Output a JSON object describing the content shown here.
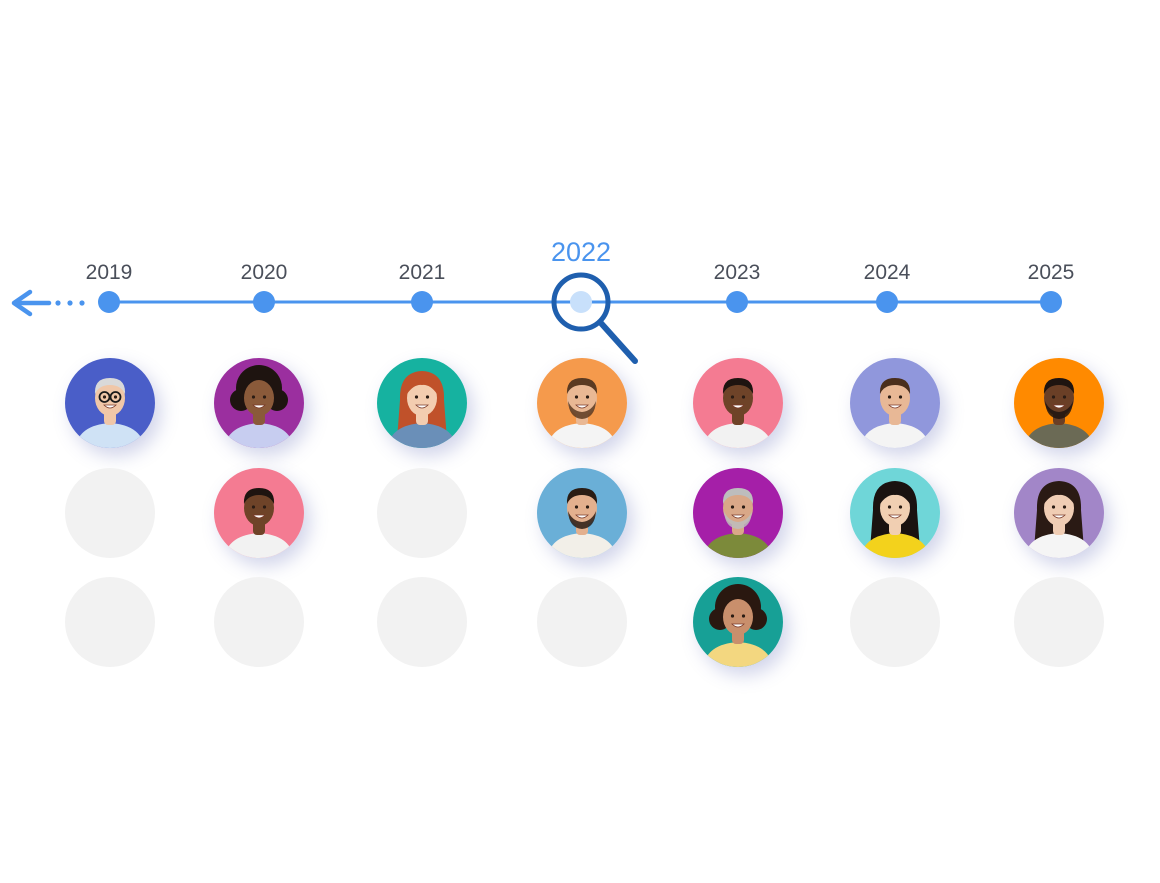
{
  "timeline": {
    "selected_year": "2022",
    "line_color": "#4a94ee",
    "selected_dot_color": "#c8e0fb",
    "magnifier_color": "#1f5fae",
    "back_arrow_icon": "arrow-left-dotted-icon",
    "magnifier_icon": "magnifier-icon",
    "years": [
      {
        "label": "2019",
        "people": [
          {
            "bg": "#4a5ec8",
            "skin": "#f0c7a8",
            "hair": "#d9d9d9",
            "shirt": "#cfe2f5",
            "glasses": true
          },
          null,
          null
        ]
      },
      {
        "label": "2020",
        "people": [
          {
            "bg": "#9b2f9f",
            "skin": "#8a5a3a",
            "hair": "#1e1410",
            "shirt": "#c7cdf0",
            "curly": true
          },
          {
            "bg": "#f47b92",
            "skin": "#6e4328",
            "hair": "#1e1410",
            "shirt": "#f2f2f2"
          },
          null
        ]
      },
      {
        "label": "2021",
        "people": [
          {
            "bg": "#16b2a0",
            "skin": "#f3cdb0",
            "hair": "#c0512a",
            "shirt": "#6a8fb8",
            "longhair": true
          },
          null,
          null
        ]
      },
      {
        "label": "2022",
        "people": [
          {
            "bg": "#f59a4c",
            "skin": "#e9b894",
            "hair": "#5a3a22",
            "shirt": "#f4f4f4",
            "beard": true
          },
          {
            "bg": "#6aafd7",
            "skin": "#e3b08e",
            "hair": "#2a1c14",
            "shirt": "#f2efe8",
            "beard": true
          },
          null
        ]
      },
      {
        "label": "2023",
        "people": [
          {
            "bg": "#f47b92",
            "skin": "#6e4328",
            "hair": "#1e1410",
            "shirt": "#f2f2f2"
          },
          {
            "bg": "#a51fa8",
            "skin": "#d9a888",
            "hair": "#bdbdbd",
            "shirt": "#7c8a3a",
            "beard": true
          },
          {
            "bg": "#17a096",
            "skin": "#c98f6c",
            "hair": "#2a1810",
            "shirt": "#f3d780",
            "curly": true
          }
        ]
      },
      {
        "label": "2024",
        "people": [
          {
            "bg": "#9097dc",
            "skin": "#e8b896",
            "hair": "#4a2e1c",
            "shirt": "#f4f4f4"
          },
          {
            "bg": "#6fd6d8",
            "skin": "#f1cfb2",
            "hair": "#1a1210",
            "shirt": "#f3d21c",
            "longhair": true
          },
          null
        ]
      },
      {
        "label": "2025",
        "people": [
          {
            "bg": "#ff8a00",
            "skin": "#6a3f26",
            "hair": "#1e1410",
            "shirt": "#6b6a55",
            "beard": true
          },
          {
            "bg": "#a286c8",
            "skin": "#f0cdb4",
            "hair": "#2a1a14",
            "shirt": "#f5f5f5",
            "longhair": true
          },
          null
        ]
      }
    ]
  }
}
